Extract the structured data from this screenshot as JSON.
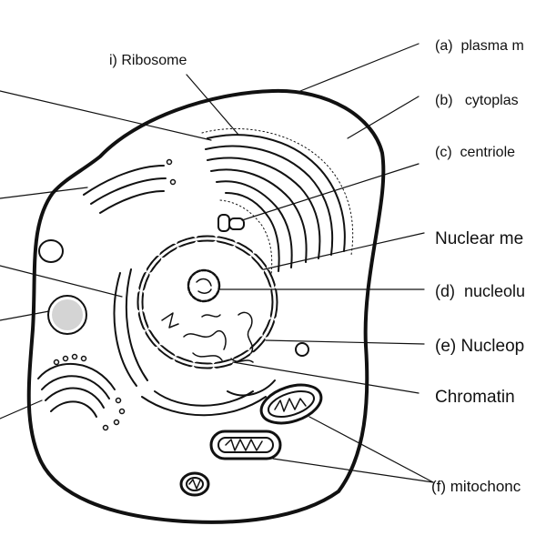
{
  "diagram": {
    "labels": {
      "ribosome": "i) Ribosome",
      "plasma_membrane": "(a)  plasma m",
      "cytoplasm": "(b)   cytoplas",
      "centriole": "(c)  centriole",
      "nuclear_membrane": "Nuclear me",
      "nucleolus": "(d)  nucleolu",
      "nucleoplasm": "(e) Nucleop",
      "chromatin": "Chromatin",
      "mitochondria": "(f) mitochonc"
    },
    "colors": {
      "ink": "#111111",
      "background": "#ffffff"
    }
  }
}
